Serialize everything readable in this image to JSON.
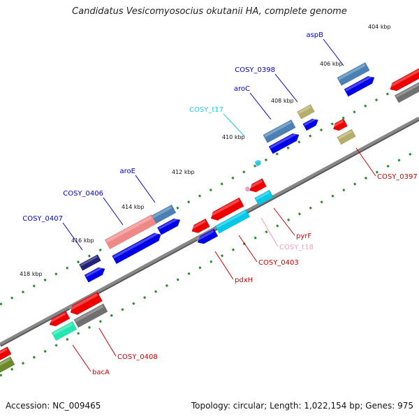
{
  "title": "Candidatus Vesicomyosocius okutanii HA, complete genome",
  "accession": "Accession: NC_009465",
  "topology": "Topology: circular; Length: 1,022,154 bp; Genes: 975",
  "colors": {
    "backbone": "#888888",
    "tick": "#2e8b2e",
    "label_forward": "#0000cc",
    "label_reverse": "#cc0000",
    "trna_forward": "#22c8e8",
    "trna_reverse": "#f49ac0",
    "cds_blue": "#0000e8",
    "cds_steel": "#4a80b4",
    "cds_red": "#ee0000",
    "cds_gray": "#707070",
    "cds_olive": "#b4ae6a",
    "cds_pink": "#f08888",
    "cds_navy": "#22227a",
    "cds_cyan": "#00c8e8",
    "cds_aqua": "#22e8b0",
    "cds_green": "#6a8a2a"
  },
  "scale_labels": [
    "404 kbp",
    "406 kbp",
    "408 kbp",
    "410 kbp",
    "412 kbp",
    "414 kbp",
    "416 kbp",
    "418 kbp"
  ],
  "gene_labels": {
    "forward": [
      "aspB",
      "COSY_0398",
      "aroC",
      "COSY_t17",
      "aroE",
      "COSY_0406",
      "COSY_0407"
    ],
    "reverse": [
      "COSY_0397",
      "pyrF",
      "COSY_t18",
      "COSY_0403",
      "pdxH",
      "COSY_0408",
      "bacA"
    ]
  }
}
